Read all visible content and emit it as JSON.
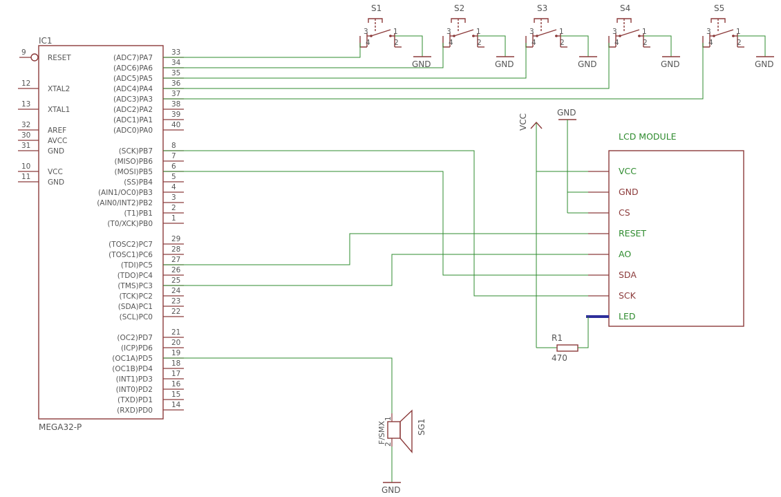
{
  "ic": {
    "ref": "IC1",
    "value": "MEGA32-P",
    "left_pins": [
      {
        "num": "9",
        "name": "RESET"
      },
      {
        "num": "12",
        "name": "XTAL2"
      },
      {
        "num": "13",
        "name": "XTAL1"
      },
      {
        "num": "32",
        "name": "AREF"
      },
      {
        "num": "30",
        "name": "AVCC"
      },
      {
        "num": "31",
        "name": "GND"
      },
      {
        "num": "10",
        "name": "VCC"
      },
      {
        "num": "11",
        "name": "GND"
      }
    ],
    "right_pins": [
      {
        "num": "33",
        "name": "(ADC7)PA7"
      },
      {
        "num": "34",
        "name": "(ADC6)PA6"
      },
      {
        "num": "35",
        "name": "(ADC5)PA5"
      },
      {
        "num": "36",
        "name": "(ADC4)PA4"
      },
      {
        "num": "37",
        "name": "(ADC3)PA3"
      },
      {
        "num": "38",
        "name": "(ADC2)PA2"
      },
      {
        "num": "39",
        "name": "(ADC1)PA1"
      },
      {
        "num": "40",
        "name": "(ADC0)PA0"
      },
      {
        "num": "8",
        "name": "(SCK)PB7"
      },
      {
        "num": "7",
        "name": "(MISO)PB6"
      },
      {
        "num": "6",
        "name": "(MOSI)PB5"
      },
      {
        "num": "5",
        "name": "(SS)PB4"
      },
      {
        "num": "4",
        "name": "(AIN1/OC0)PB3"
      },
      {
        "num": "3",
        "name": "(AIN0/INT2)PB2"
      },
      {
        "num": "2",
        "name": "(T1)PB1"
      },
      {
        "num": "1",
        "name": "(T0/XCK)PB0"
      },
      {
        "num": "29",
        "name": "(TOSC2)PC7"
      },
      {
        "num": "28",
        "name": "(TOSC1)PC6"
      },
      {
        "num": "27",
        "name": "(TDI)PC5"
      },
      {
        "num": "26",
        "name": "(TDO)PC4"
      },
      {
        "num": "25",
        "name": "(TMS)PC3"
      },
      {
        "num": "24",
        "name": "(TCK)PC2"
      },
      {
        "num": "23",
        "name": "(SDA)PC1"
      },
      {
        "num": "22",
        "name": "(SCL)PC0"
      },
      {
        "num": "21",
        "name": "(OC2)PD7"
      },
      {
        "num": "20",
        "name": "(ICP)PD6"
      },
      {
        "num": "19",
        "name": "(OC1A)PD5"
      },
      {
        "num": "18",
        "name": "(OC1B)PD4"
      },
      {
        "num": "17",
        "name": "(INT1)PD3"
      },
      {
        "num": "16",
        "name": "(INT0)PD2"
      },
      {
        "num": "15",
        "name": "(TXD)PD1"
      },
      {
        "num": "14",
        "name": "(RXD)PD0"
      }
    ]
  },
  "switches": [
    {
      "ref": "S1",
      "p1": "1",
      "p2": "2",
      "p3": "3",
      "p4": "4",
      "gnd": "GND"
    },
    {
      "ref": "S2",
      "p1": "1",
      "p2": "2",
      "p3": "3",
      "p4": "4",
      "gnd": "GND"
    },
    {
      "ref": "S3",
      "p1": "1",
      "p2": "2",
      "p3": "3",
      "p4": "4",
      "gnd": "GND"
    },
    {
      "ref": "S4",
      "p1": "1",
      "p2": "2",
      "p3": "3",
      "p4": "4",
      "gnd": "GND"
    },
    {
      "ref": "S5",
      "p1": "1",
      "p2": "2",
      "p3": "3",
      "p4": "4",
      "gnd": "GND"
    }
  ],
  "lcd": {
    "title": "LCD MODULE",
    "pins": [
      {
        "name": "VCC",
        "color": "#2e8b2e"
      },
      {
        "name": "GND",
        "color": "#8b3a3a"
      },
      {
        "name": "CS",
        "color": "#8b3a3a"
      },
      {
        "name": "RESET",
        "color": "#2e8b2e"
      },
      {
        "name": "AO",
        "color": "#2e8b2e"
      },
      {
        "name": "SDA",
        "color": "#8b3a3a"
      },
      {
        "name": "SCK",
        "color": "#8b3a3a"
      },
      {
        "name": "LED",
        "color": "#2e8b2e"
      }
    ]
  },
  "supply": {
    "vcc": "VCC",
    "gnd_lcd": "GND",
    "gnd_buzzer": "GND"
  },
  "resistor": {
    "ref": "R1",
    "value": "470"
  },
  "buzzer": {
    "ref": "SG1",
    "value": "F/SMX",
    "pin1": "1",
    "pin2": "2"
  },
  "colors": {
    "part": "#8b3a3a",
    "wire": "#2e8b2e",
    "bus": "#2e2e9b",
    "text": "#555555"
  }
}
